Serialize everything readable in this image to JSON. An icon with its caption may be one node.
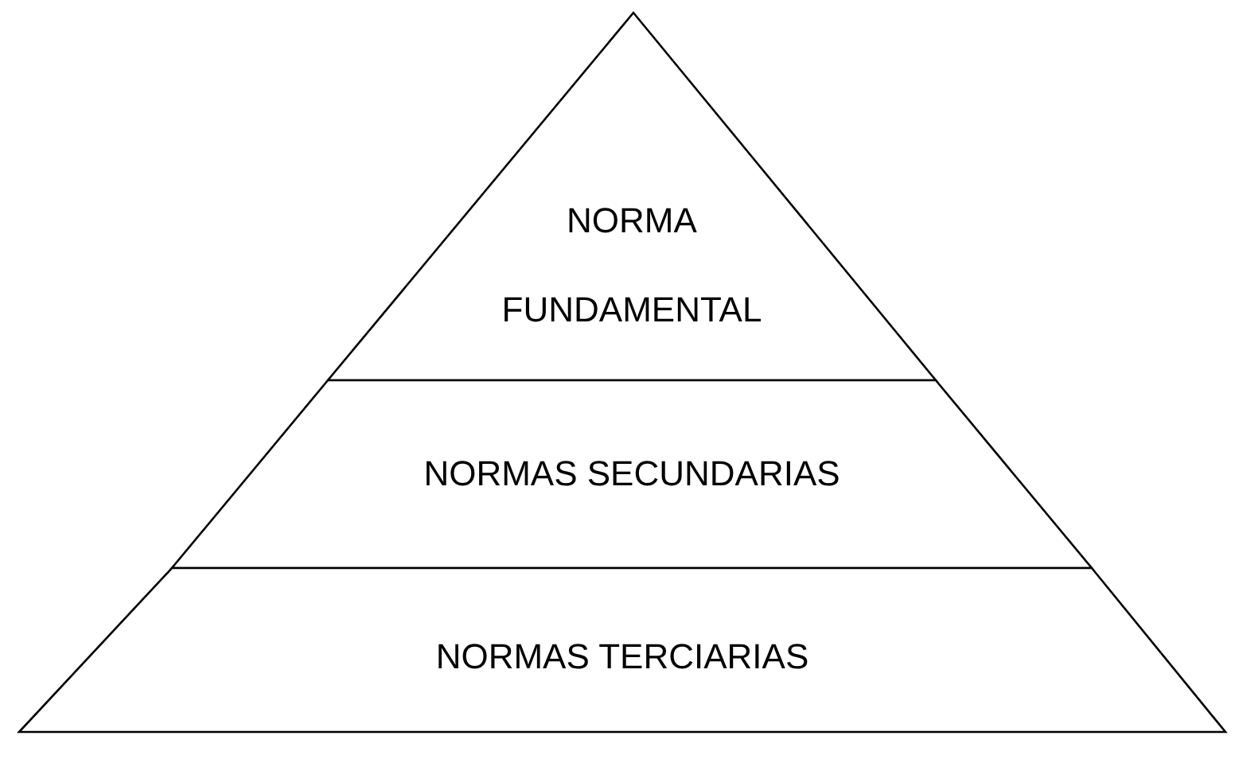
{
  "diagram": {
    "nodes": [
      {
        "text": [
          "NORMA FUNDAMENTAL"
        ]
      },
      {
        "text": [
          "NORMAS SECUNDARIAS"
        ]
      },
      {
        "text": [
          "NORMAS TERCIARIAS"
        ]
      }
    ]
  }
}
